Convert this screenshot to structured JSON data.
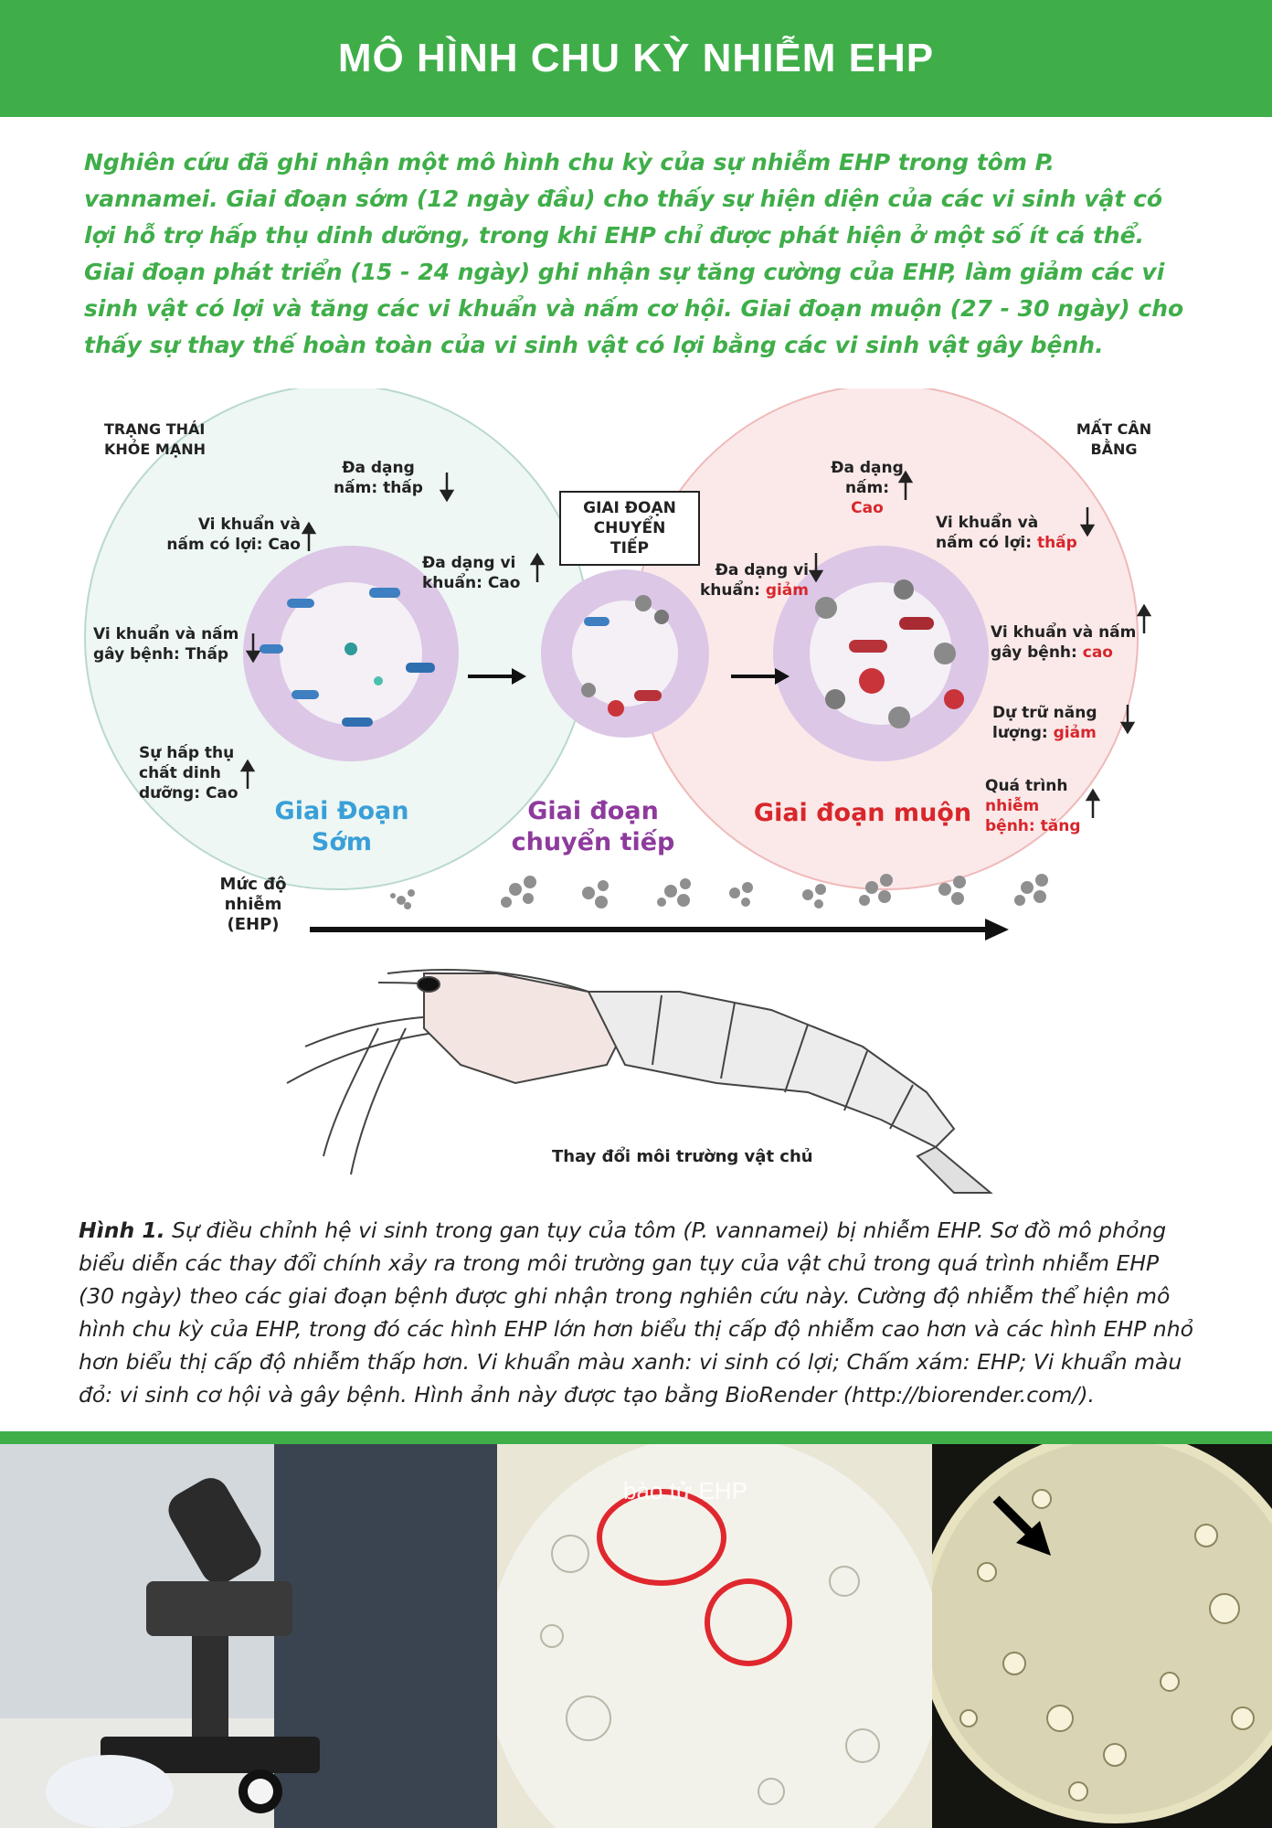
{
  "header": {
    "title": "MÔ HÌNH CHU KỲ NHIỄM EHP"
  },
  "intro": {
    "text": "Nghiên cứu đã ghi nhận một mô hình chu kỳ của sự nhiễm EHP trong tôm P. vannamei. Giai đoạn sớm (12 ngày đầu) cho thấy sự hiện diện của các vi sinh vật có lợi hỗ trợ hấp thụ dinh dưỡng, trong khi EHP chỉ được phát hiện ở một số ít cá thể. Giai đoạn phát triển (15 - 24 ngày) ghi nhận sự tăng cường của EHP, làm giảm các vi sinh vật có lợi và tăng các vi khuẩn và nấm cơ hội. Giai đoạn muộn (27 - 30 ngày) cho thấy sự thay thế hoàn toàn của vi sinh vật có lợi bằng các vi sinh vật gây bệnh."
  },
  "figure": {
    "healthy_state": "TRẠNG THÁI KHỎE MẠNH",
    "imbalance": "MẤT CÂN BẰNG",
    "transition_box": "GIAI ĐOẠN CHUYỂN TIẾP",
    "early": {
      "fungal_diversity_label": "Đa dạng nấm:",
      "fungal_diversity_value": "thấp",
      "beneficial_label": "Vi khuẩn và nấm có lợi:",
      "beneficial_value": "Cao",
      "bacterial_diversity_label": "Đa dạng vi khuẩn:",
      "bacterial_diversity_value": "Cao",
      "pathogenic_label": "Vi khuẩn và nấm gây bệnh:",
      "pathogenic_value": "Thấp",
      "nutrient_label": "Sự hấp thụ chất dinh dưỡng:",
      "nutrient_value": "Cao"
    },
    "late": {
      "fungal_diversity_label": "Đa dạng nấm:",
      "fungal_diversity_value": "Cao",
      "beneficial_label": "Vi khuẩn và nấm có lợi:",
      "beneficial_value": "thấp",
      "bacterial_diversity_label": "Đa dạng vi khuẩn:",
      "bacterial_diversity_value": "giảm",
      "pathogenic_label": "Vi khuẩn và nấm gây bệnh:",
      "pathogenic_value": "cao",
      "energy_label": "Dự trữ năng lượng:",
      "energy_value": "giảm",
      "disease_label": "Quá trình",
      "disease_value": "nhiễm bệnh: tăng"
    },
    "stage_early": "Giai Đoạn Sớm",
    "stage_transition": "Giai đoạn chuyển tiếp",
    "stage_late": "Giai đoạn muộn",
    "infection_level": "Mức độ nhiễm (EHP)",
    "host_change": "Thay đổi môi trường vật chủ"
  },
  "caption": {
    "label": "Hình 1.",
    "text": "Sự điều chỉnh hệ vi sinh trong gan tụy của tôm (P. vannamei) bị nhiễm EHP. Sơ đồ mô phỏng biểu diễn các thay đổi chính xảy ra trong môi trường gan tụy của vật chủ trong quá trình nhiễm EHP (30 ngày) theo các giai đoạn bệnh được ghi nhận trong nghiên cứu này. Cường độ nhiễm thể hiện mô hình chu kỳ của EHP, trong đó các hình EHP lớn hơn biểu thị cấp độ nhiễm cao hơn và các hình EHP nhỏ hơn biểu thị cấp độ nhiễm thấp hơn. Vi khuẩn màu xanh: vi sinh có lợi; Chấm xám: EHP; Vi khuẩn màu đỏ: vi sinh cơ hội và gây bệnh. Hình ảnh này được tạo bằng BioRender (http://biorender.com/)."
  },
  "photos": {
    "micro_label": "bào tử EHP"
  },
  "colors": {
    "brand_green": "#3fae49",
    "accent_red": "#d8262b",
    "early_blue": "#3a9fd8",
    "transition_purple": "#8e3a9d"
  }
}
